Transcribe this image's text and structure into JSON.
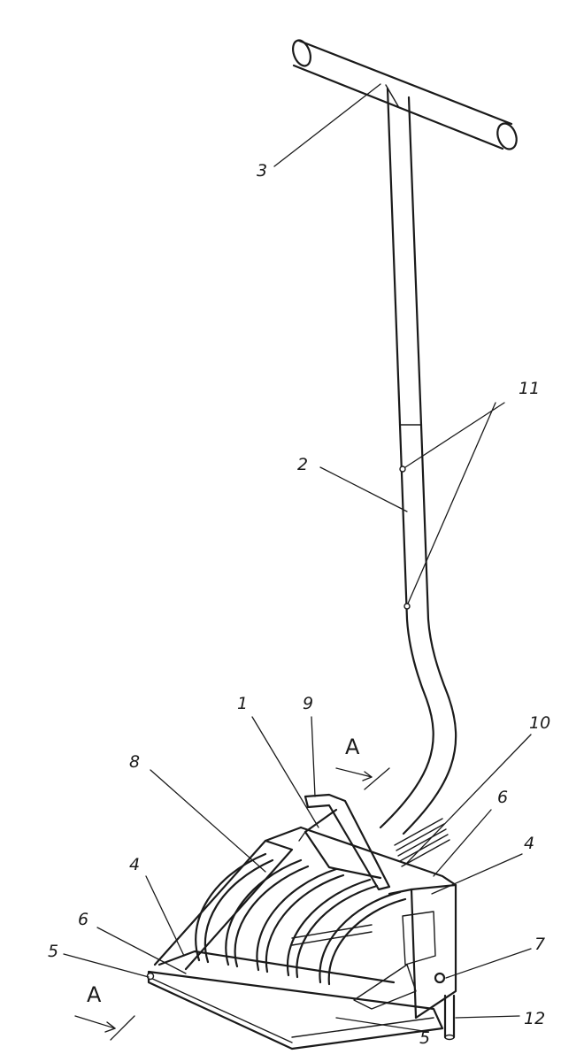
{
  "labels": {
    "l1": "1",
    "l2": "2",
    "l3": "3",
    "l4a": "4",
    "l4b": "4",
    "l5a": "5",
    "l5b": "5",
    "l6a": "6",
    "l6b": "6",
    "l7": "7",
    "l8": "8",
    "l9": "9",
    "l10": "10",
    "l11": "11",
    "l12": "12"
  },
  "section_marks": {
    "top": "A",
    "bottom": "A"
  }
}
